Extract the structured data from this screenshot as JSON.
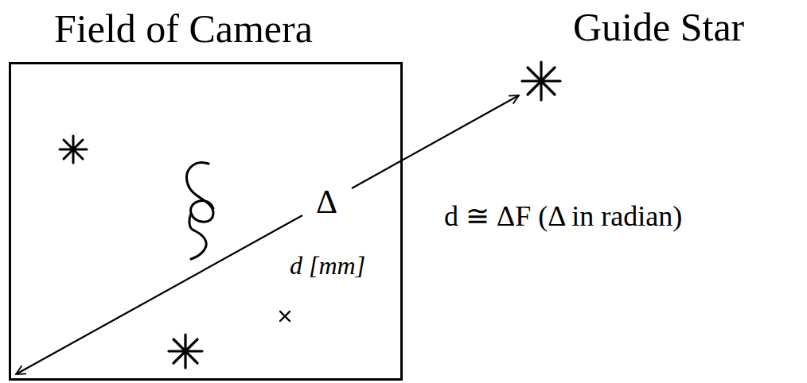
{
  "diagram": {
    "nodes": [
      {
        "text": [
          "Field of Camera"
        ]
      }
    ],
    "labels": [
      "Guide Star",
      "Δ",
      "d [mm]",
      "d ≅ ΔF (Δ in radian)"
    ]
  }
}
